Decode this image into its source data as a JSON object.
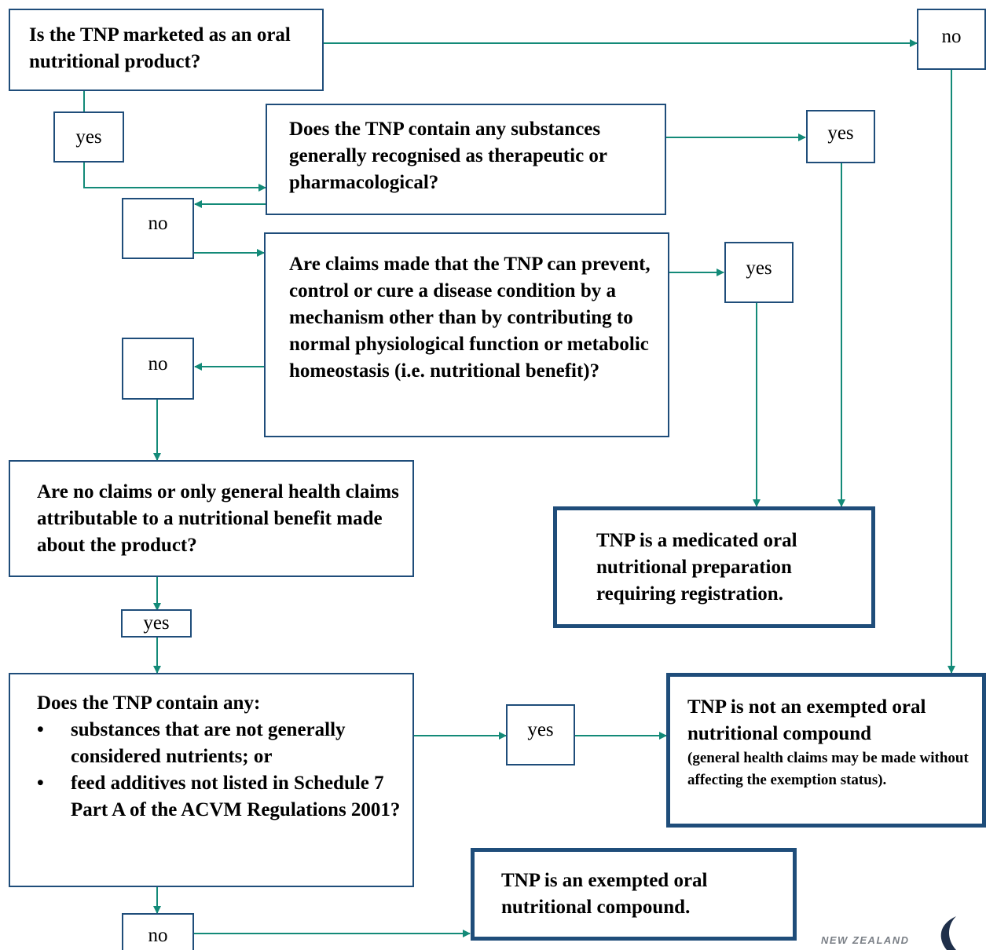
{
  "questions": {
    "q1": "Is the TNP marketed as an oral nutritional product?",
    "q2": "Does the TNP contain any substances generally recognised as therapeutic or pharmacological?",
    "q3": "Are claims made that the TNP can prevent, control or cure a disease condition by a mechanism other than by contributing to normal physiological function or metabolic homeostasis (i.e. nutritional benefit)?",
    "q4": "Are no claims or only general health claims attributable to a nutritional benefit made about the product?",
    "q5": {
      "lead": "Does the TNP contain any:",
      "items": [
        "substances that are not generally considered nutrients; or",
        "feed additives not listed in Schedule 7 Part A of  the ACVM Regulations 2001?"
      ],
      "bullet": "•"
    }
  },
  "outcomes": {
    "medicated": "TNP is a medicated oral nutritional preparation requiring registration.",
    "not_exempted": "TNP is not an exempted oral nutritional compound",
    "not_exempted_note": "(general health claims may be made without affecting the exemption status).",
    "exempted": "TNP is an exempted oral nutritional compound."
  },
  "answers": {
    "q1_no": "no",
    "q1_yes": "yes",
    "q2_yes": "yes",
    "q2_no": "no",
    "q3_yes": "yes",
    "q3_no": "no",
    "q4_yes": "yes",
    "q5_yes": "yes",
    "q5_no": "no"
  },
  "logo": {
    "text": "NEW ZEALAND"
  },
  "colors": {
    "arrow": "#138a78",
    "border": "#1f4d7a",
    "text": "#000000"
  }
}
